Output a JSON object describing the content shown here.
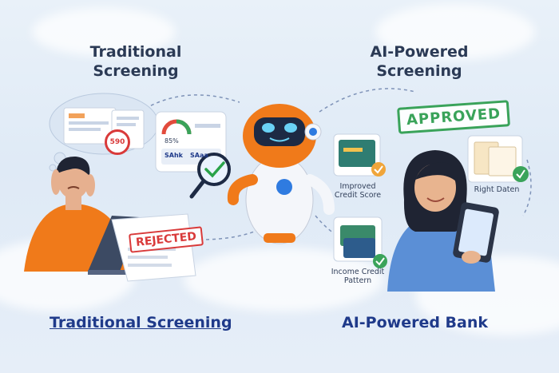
{
  "headings": {
    "top_left": [
      "Traditional",
      "Screening"
    ],
    "top_right": [
      "AI-Powered",
      "Screening"
    ],
    "bottom_left": "Traditional Screening",
    "bottom_right": "AI-Powered Bank"
  },
  "traditional_side": {
    "stamp": "REJECTED",
    "score_badge": "590",
    "gauge_percent": "85%",
    "bank_tags": [
      "SAhk",
      "SAaa"
    ]
  },
  "ai_side": {
    "stamp": "APPROVED",
    "features": [
      {
        "label": [
          "Improved",
          "Credit Score"
        ],
        "icon": "credit-card-icon"
      },
      {
        "label": [
          "Income Credit",
          "Pattern"
        ],
        "icon": "money-wallet-icon"
      },
      {
        "label": [
          "Right Daten"
        ],
        "icon": "document-stack-icon"
      }
    ]
  },
  "colors": {
    "heading": "#2b3a55",
    "heading_bottom": "#1f3a8a",
    "robot_orange": "#f07a1a",
    "reject_red": "#d93a3a",
    "approve_green": "#3aa35a",
    "shirt_blue": "#5b8fd6"
  }
}
